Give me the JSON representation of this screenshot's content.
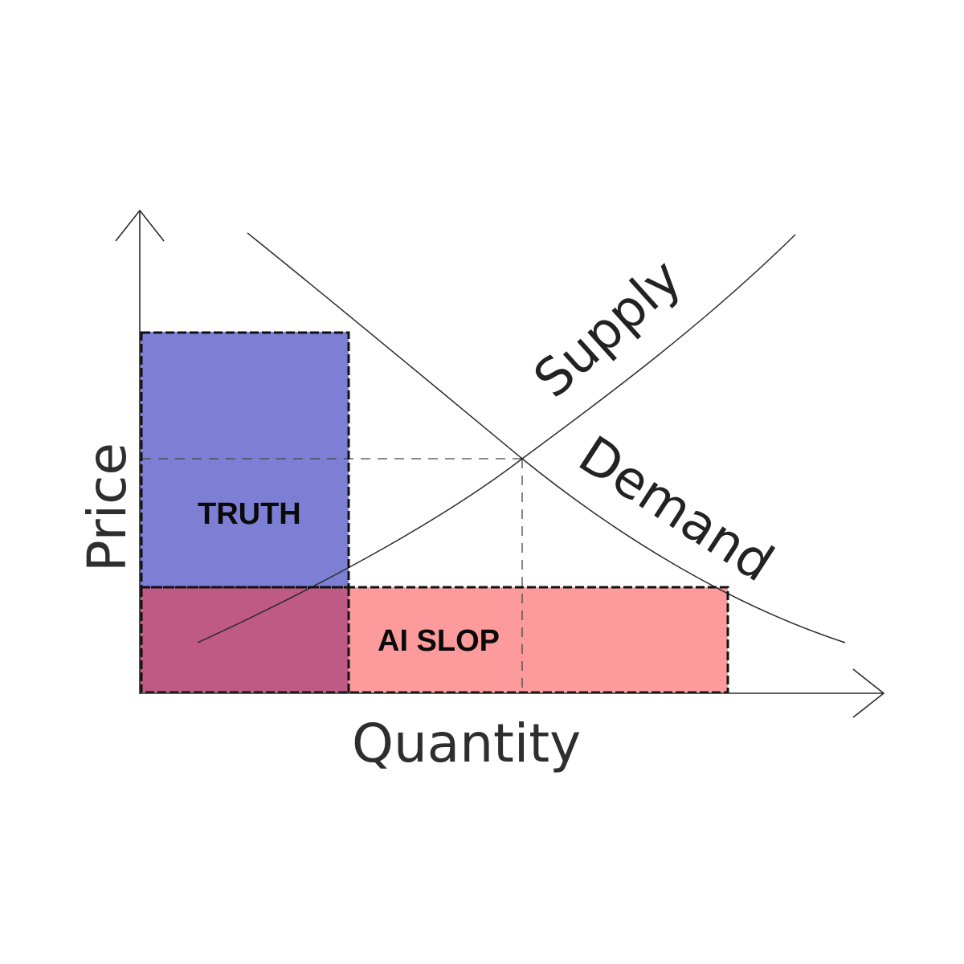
{
  "labels": {
    "supply": "Supply",
    "demand": "Demand",
    "price_axis": "Price",
    "quantity_axis": "Quantity",
    "truth": "TRUTH",
    "ai_slop": "AI SLOP"
  },
  "colors": {
    "truth_fill": "#7d7fd4",
    "ai_slop_fill": "#fd9a9b",
    "overlap_fill": "#bf5a85",
    "axis": "#2b2b2b"
  }
}
